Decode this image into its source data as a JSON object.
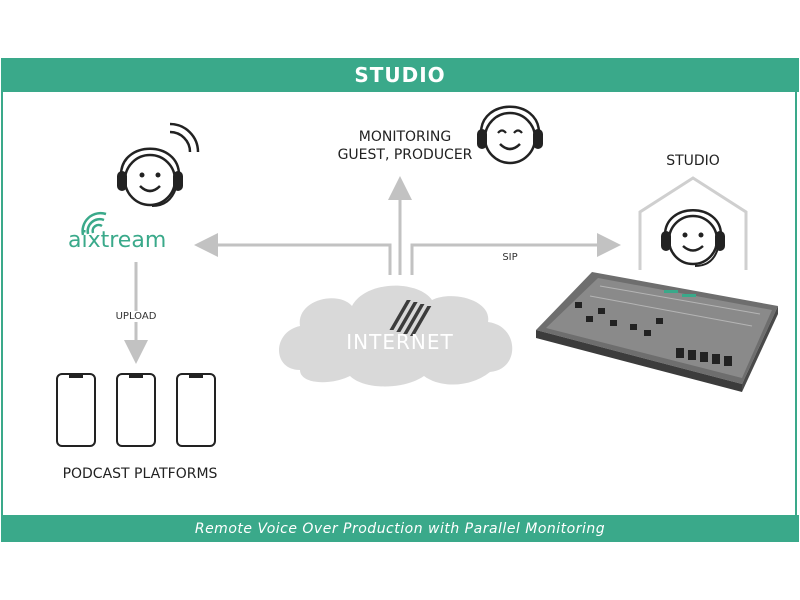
{
  "header": {
    "title": "STUDIO"
  },
  "footer": {
    "caption": "Remote Voice Over Production with Parallel Monitoring"
  },
  "monitoring": {
    "line1": "MONITORING",
    "line2": "GUEST, PRODUCER"
  },
  "studio": {
    "label": "STUDIO"
  },
  "logo": {
    "text": "aixtream"
  },
  "internet": {
    "label": "INTERNET"
  },
  "edges": {
    "sip": "SIP",
    "upload": "UPLOAD"
  },
  "platforms": {
    "label": "PODCAST PLATFORMS"
  },
  "colors": {
    "accent": "#3aa98a",
    "arrow": "#c2c2c2",
    "cloud": "#d9d9d9"
  }
}
